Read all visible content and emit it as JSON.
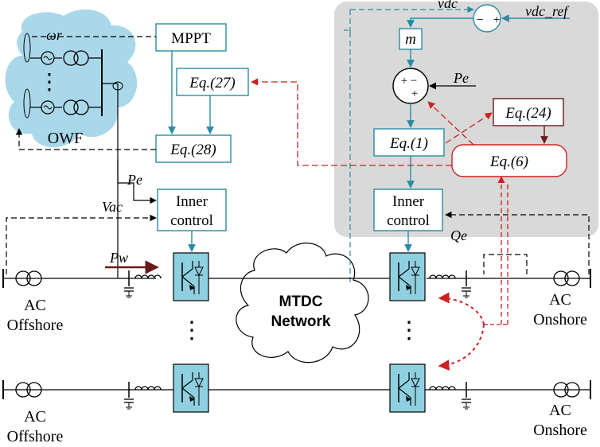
{
  "offshore_farm": {
    "name": "OWF",
    "rotor_speed_symbol": "ωr",
    "ellipsis": "⋮"
  },
  "blocks": {
    "mppt": "MPPT",
    "eq27": "Eq.(27)",
    "eq28": "Eq.(28)",
    "inner_left": [
      "Inner",
      "control"
    ],
    "inner_right": [
      "Inner",
      "control"
    ],
    "gain": "m",
    "eq1": "Eq.(1)",
    "eq24": "Eq.(24)",
    "eq6": "Eq.(6)"
  },
  "signals": {
    "vdc": "vdc",
    "vdc_ref": "vdc_ref",
    "pe_right": "Pe",
    "pe_left": "Pe",
    "vac": "Vac",
    "qe": "Qe",
    "pw": "Pw"
  },
  "summing_junction_signs": {
    "upper": [
      "−",
      "+"
    ],
    "lower": [
      "+",
      "−",
      "+"
    ]
  },
  "network": {
    "label_line1": "MTDC",
    "label_line2": "Network"
  },
  "grids": {
    "offshore_top": [
      "AC",
      "Offshore"
    ],
    "offshore_bottom": [
      "AC",
      "Offshore"
    ],
    "onshore_top": [
      "AC",
      "Onshore"
    ],
    "onshore_bottom": [
      "AC",
      "Onshore"
    ]
  },
  "colors": {
    "teal": "#2b8aa4",
    "red": "#cc2222",
    "brown": "#6b1a1a",
    "panel": "#d9d9d9",
    "cloud": "#a9d8ea",
    "converter": "#8fd0e0"
  }
}
